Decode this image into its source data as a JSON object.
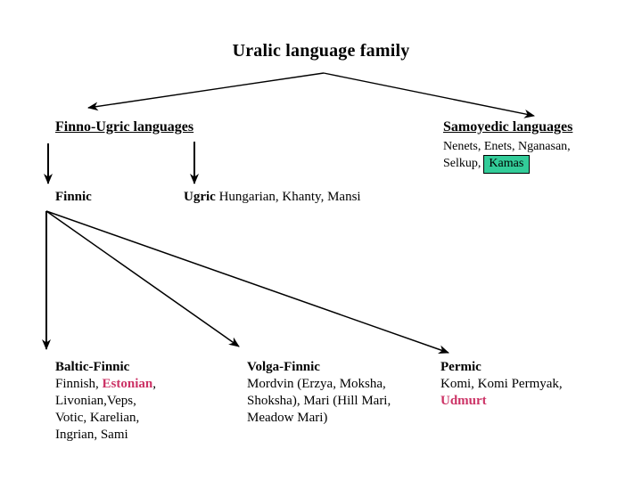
{
  "title": "Uralic language family",
  "colors": {
    "background": "#ffffff",
    "text": "#000000",
    "highlight_pink": "#cc3366",
    "highlight_green_bg": "#33cc99"
  },
  "tree": {
    "finno_ugric": {
      "label": "Finno-Ugric languages"
    },
    "samoyedic": {
      "label": "Samoyedic languages",
      "members_line1": "Nenets, Enets, Nganasan,",
      "members_line2_prefix": "Selkup,",
      "extinct_member": "Kamas"
    },
    "finnic": {
      "label": "Finnic"
    },
    "ugric": {
      "label": "Ugric",
      "members": "Hungarian, Khanty, Mansi"
    },
    "baltic_finnic": {
      "label": "Baltic-Finnic",
      "line1_prefix": "Finnish, ",
      "line1_highlight": "Estonian",
      "line1_suffix": ",",
      "line2": "Livonian,Veps,",
      "line3": "Votic, Karelian,",
      "line4": "Ingrian, Sami"
    },
    "volga_finnic": {
      "label": "Volga-Finnic",
      "line1": "Mordvin (Erzya, Moksha,",
      "line2": "Shoksha), Mari (Hill Mari,",
      "line3": "Meadow Mari)"
    },
    "permic": {
      "label": "Permic",
      "line1": "Komi, Komi Permyak,",
      "line2_highlight": "Udmurt"
    }
  }
}
